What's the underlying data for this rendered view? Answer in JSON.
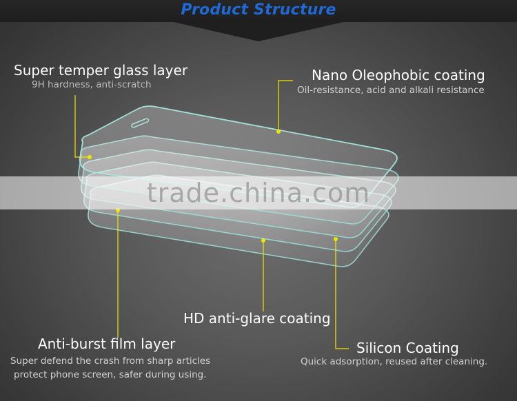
{
  "header": {
    "title": "Product Structure"
  },
  "watermark": {
    "text": "trade.china.com"
  },
  "labels": {
    "super_temper": {
      "title": "Super temper glass layer",
      "desc": "9H hardness, anti-scratch"
    },
    "nano": {
      "title": "Nano Oleophobic coating",
      "desc": "Oil-resistance, acid and alkali resistance"
    },
    "hd": {
      "title": "HD anti-glare coating"
    },
    "anti_burst": {
      "title": "Anti-burst film layer",
      "desc_line1": "Super defend the crash from sharp articles",
      "desc_line2": "protect phone screen, safer during using."
    },
    "silicon": {
      "title": "Silicon Coating",
      "desc": "Quick adsorption, reused after cleaning."
    }
  },
  "colors": {
    "title": "#1f69d6",
    "leader": "#f2e600",
    "layer_edge": "#8fd8d0"
  }
}
